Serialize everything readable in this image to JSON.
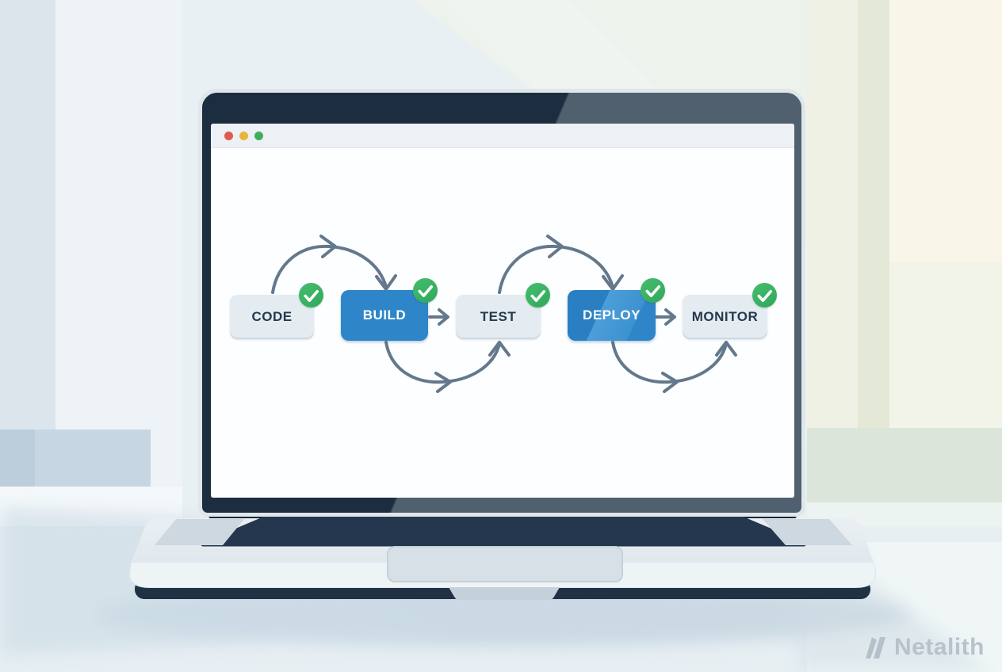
{
  "scene": {
    "description": "Flat illustration of a laptop whose browser window shows a completed CI/CD pipeline flow diagram",
    "watermark": {
      "brand": "Netalith",
      "color": "#b7c2cc"
    }
  },
  "laptop": {
    "bezel_color": "#1c2d40",
    "body_color": "#e4ebef"
  },
  "browser": {
    "traffic_lights": [
      {
        "name": "close",
        "color": "#df5a50"
      },
      {
        "name": "minimize",
        "color": "#e9b439"
      },
      {
        "name": "zoom",
        "color": "#40ae5c"
      }
    ]
  },
  "pipeline": {
    "stages": [
      {
        "label": "CODE",
        "variant": "light",
        "status": "complete",
        "status_icon": "check-icon"
      },
      {
        "label": "BUILD",
        "variant": "primary",
        "status": "complete",
        "status_icon": "check-icon"
      },
      {
        "label": "TEST",
        "variant": "light",
        "status": "complete",
        "status_icon": "check-icon"
      },
      {
        "label": "DEPLOY",
        "variant": "primary",
        "status": "complete",
        "status_icon": "check-icon"
      },
      {
        "label": "MONITOR",
        "variant": "light",
        "status": "complete",
        "status_icon": "check-icon"
      }
    ],
    "connections": [
      {
        "from": "CODE",
        "to": "BUILD",
        "style": "curved-over-top"
      },
      {
        "from": "BUILD",
        "to": "TEST",
        "style": "straight"
      },
      {
        "from": "BUILD",
        "to": "TEST",
        "style": "curved-under-bottom"
      },
      {
        "from": "TEST",
        "to": "DEPLOY",
        "style": "curved-over-top"
      },
      {
        "from": "DEPLOY",
        "to": "MONITOR",
        "style": "straight"
      },
      {
        "from": "DEPLOY",
        "to": "MONITOR",
        "style": "curved-under-bottom"
      }
    ],
    "colors": {
      "primary": "#2e86c8",
      "stage_light_bg": "#e4ecf1",
      "stage_text_dark": "#25394e",
      "check_green": "#2fa85c",
      "arrow": "#64788c",
      "watermark": "#b7c2cc"
    }
  }
}
